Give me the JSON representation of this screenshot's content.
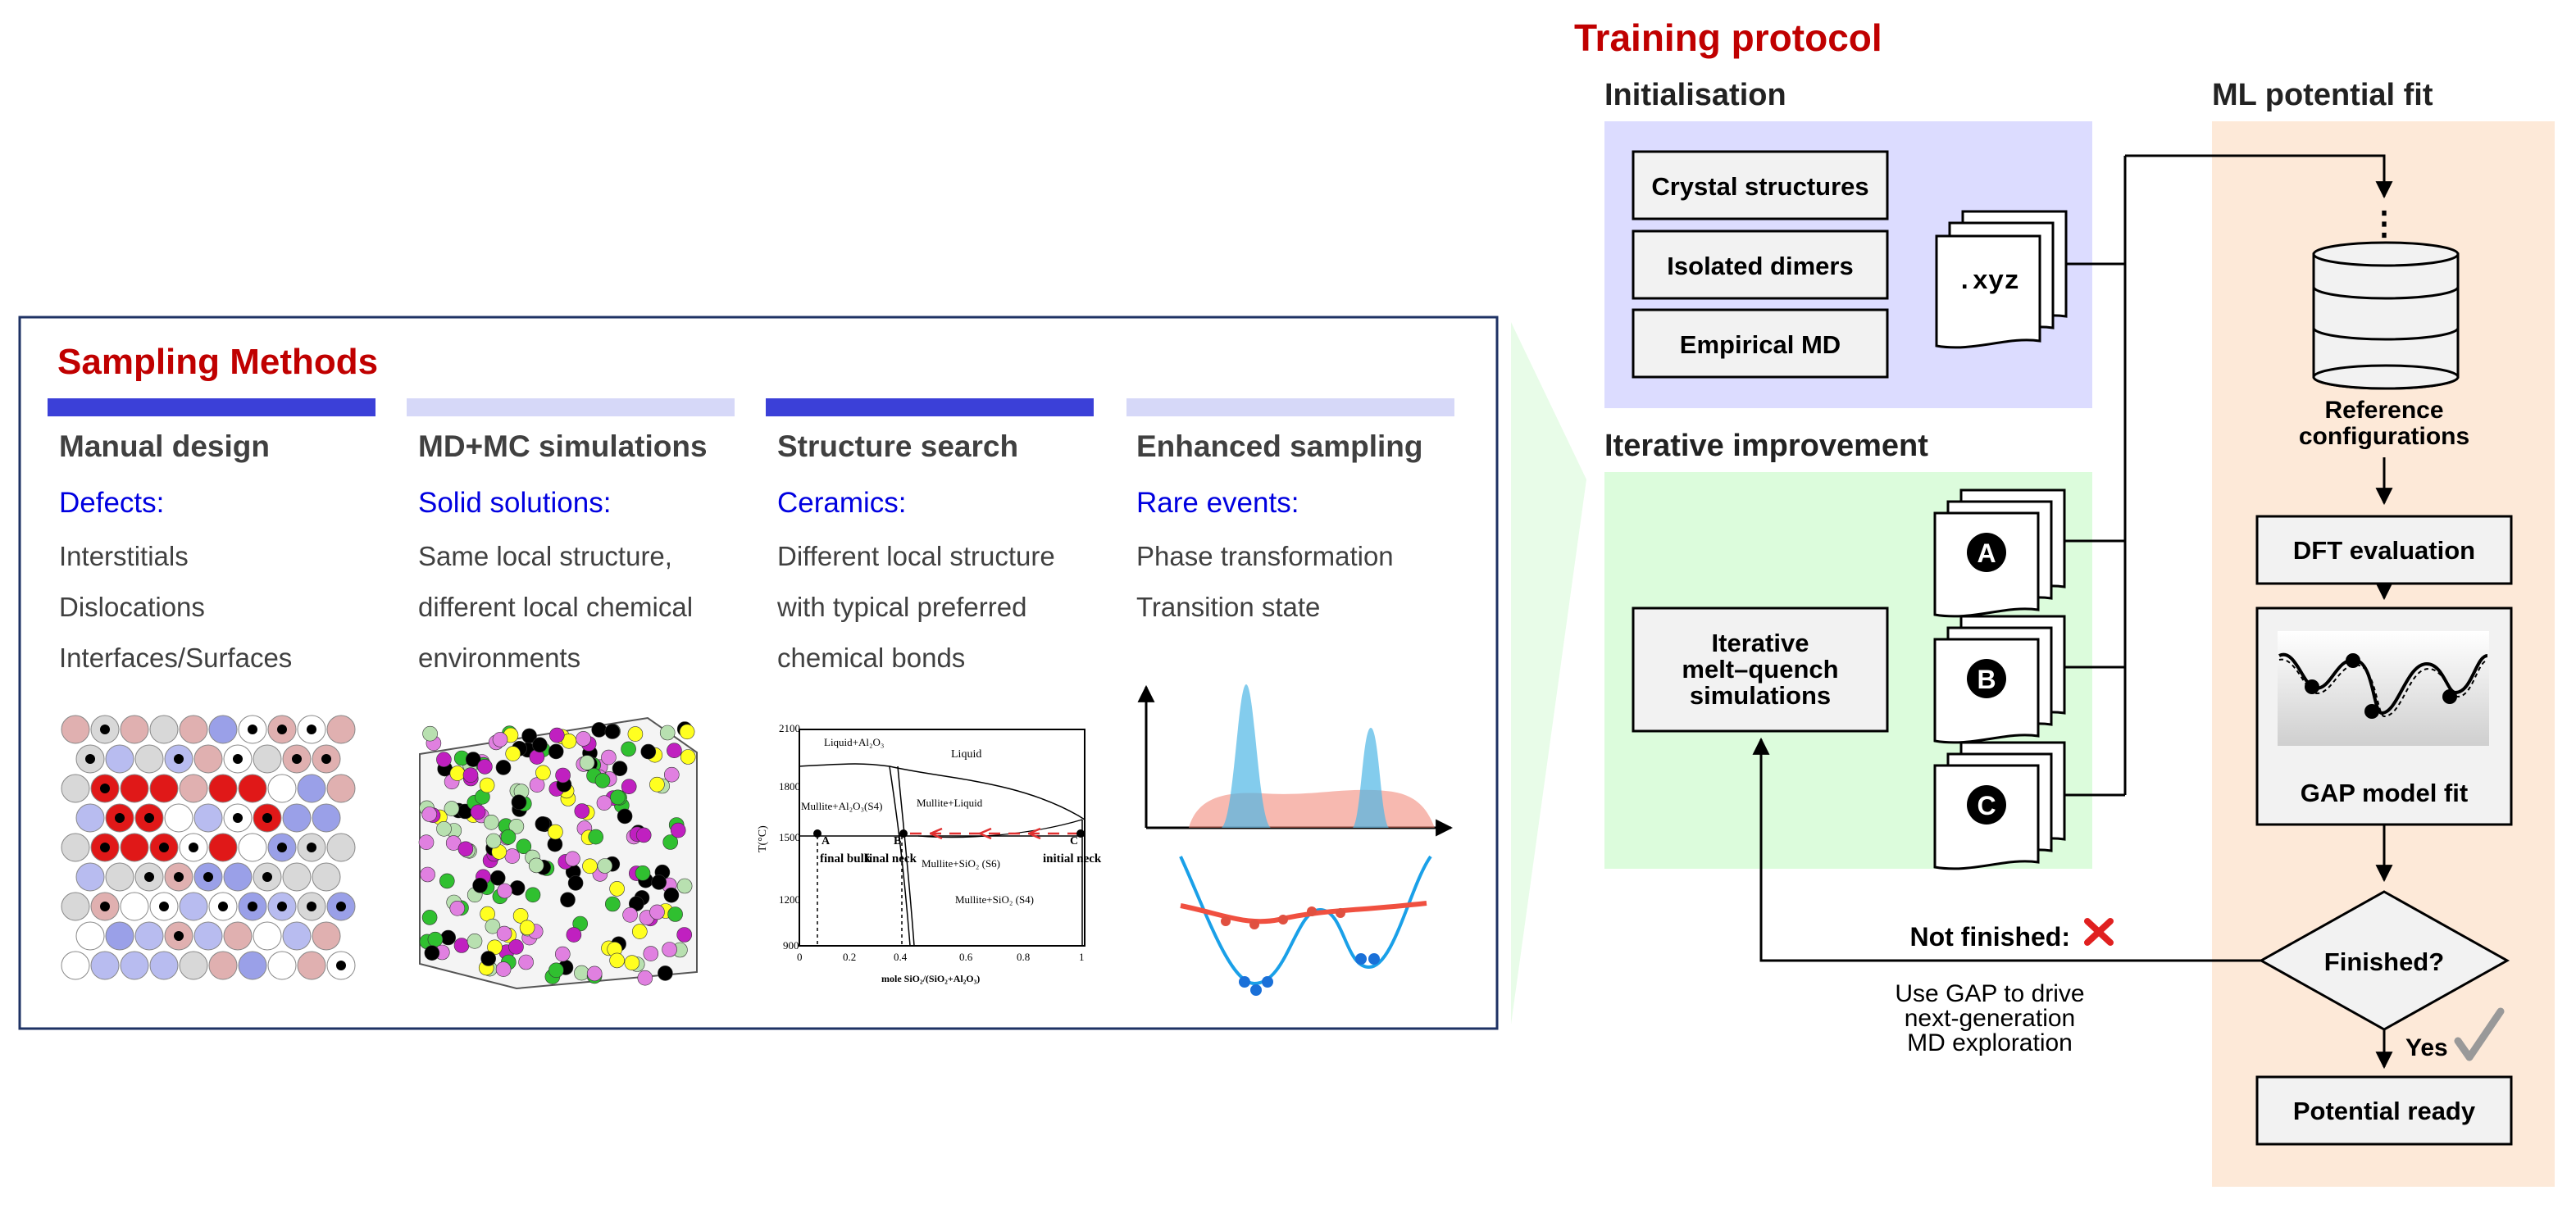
{
  "colors": {
    "accent_red": "#c00000",
    "heading_blue": "#0000e0",
    "bar_dark": "#3b40d8",
    "bar_light": "#d6d8f8",
    "init_panel": "#dcdcff",
    "iter_panel": "#dcfcdc",
    "ml_panel": "#fde9d8",
    "box_fill": "#f2f2f2",
    "check_gray": "#999999",
    "cross_red": "#e02020"
  },
  "sampling": {
    "title": "Sampling Methods",
    "columns": [
      {
        "title": "Manual design",
        "subtitle": "Defects:",
        "lines": [
          "Interstitials",
          "Dislocations",
          "Interfaces/Surfaces"
        ]
      },
      {
        "title": "MD+MC simulations",
        "subtitle": "Solid solutions:",
        "lines": [
          "Same local structure,",
          "different local chemical",
          "environments"
        ]
      },
      {
        "title": "Structure search",
        "subtitle": "Ceramics:",
        "lines": [
          "Different local structure",
          "with typical preferred",
          "chemical bonds"
        ]
      },
      {
        "title": "Enhanced sampling",
        "subtitle": "Rare events:",
        "lines": [
          "Phase transformation",
          "Transition state"
        ]
      }
    ]
  },
  "phase_diagram": {
    "y_axis_label": "T(°C)",
    "y_ticks": [
      "2100",
      "1800",
      "1500",
      "1200",
      "900"
    ],
    "x_ticks": [
      "0",
      "0.2",
      "0.4",
      "0.6",
      "0.8",
      "1"
    ],
    "x_axis_label": "mole SiO₂/(SiO₂+Al₂O₃)",
    "regions": [
      "Liquid+Al₂O₃",
      "Liquid",
      "Mullite+Al₂O₃(S4)",
      "Mullite+Liquid",
      "Mullite+SiO₂ (S6)",
      "Mullite+SiO₂ (S4)"
    ],
    "points": [
      "A",
      "B",
      "C"
    ],
    "annotations": [
      "final bulk",
      "final neck",
      "initial neck"
    ]
  },
  "protocol": {
    "title": "Training protocol",
    "initialisation": {
      "label": "Initialisation",
      "items": [
        "Crystal structures",
        "Isolated dimers",
        "Empirical MD"
      ],
      "file_label": ".xyz"
    },
    "iterative": {
      "label": "Iterative improvement",
      "box": [
        "Iterative",
        "melt–quench",
        "simulations"
      ],
      "files": [
        "A",
        "B",
        "C"
      ]
    },
    "ml": {
      "label": "ML potential fit",
      "ellipsis": "⋮",
      "reference": [
        "Reference",
        "configurations"
      ],
      "dft": "DFT evaluation",
      "gap": "GAP model fit",
      "decision": "Finished?",
      "yes": "Yes",
      "ready": "Potential ready"
    },
    "not_finished": "Not finished:",
    "loop_note": [
      "Use GAP to drive",
      "next-generation",
      "MD exploration"
    ]
  }
}
